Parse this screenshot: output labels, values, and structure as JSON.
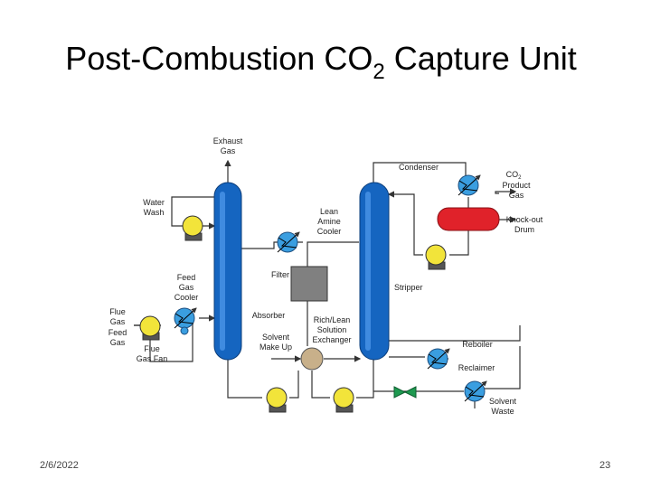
{
  "slide": {
    "title_main": "Post-Combustion CO",
    "title_sub": "2",
    "title_end": " Capture Unit",
    "date": "2/6/2022",
    "page_number": "23"
  },
  "labels": {
    "exhaust": [
      "Exhaust",
      "Gas"
    ],
    "water_wash": [
      "Water",
      "Wash"
    ],
    "lean_amine": [
      "Lean",
      "Amine",
      "Cooler"
    ],
    "filter": [
      "Filter"
    ],
    "feed_gas_cooler": [
      "Feed",
      "Gas",
      "Cooler"
    ],
    "flue_gas": [
      "Flue",
      "Gas"
    ],
    "feed_gas": [
      "Feed",
      "Gas"
    ],
    "flue_gas_fan": [
      "Flue",
      "Gas Fan"
    ],
    "absorber": [
      "Absorber"
    ],
    "solvent_makeup": [
      "Solvent",
      "Make Up"
    ],
    "rich_lean": [
      "Rich/Lean",
      "Solution",
      "Exchanger"
    ],
    "condenser": [
      "Condenser"
    ],
    "co2_product_1": "CO",
    "co2_product_sub": "2",
    "co2_product_2": [
      "Product",
      "Gas"
    ],
    "knockout": [
      "Knock-out",
      "Drum"
    ],
    "stripper": [
      "Stripper"
    ],
    "reboiler": [
      "Reboiler"
    ],
    "reclaimer": [
      "Reclaimer"
    ],
    "solvent_waste": [
      "Solvent",
      "Waste"
    ]
  },
  "colors": {
    "column": "#1565c0",
    "pump": "#f2e43a",
    "exchanger": "#3a9ee0",
    "drum": "#e0222a",
    "filter": "#808080",
    "mixer": "#c8b08a",
    "valve": "#1e9a50",
    "line": "#333333"
  }
}
